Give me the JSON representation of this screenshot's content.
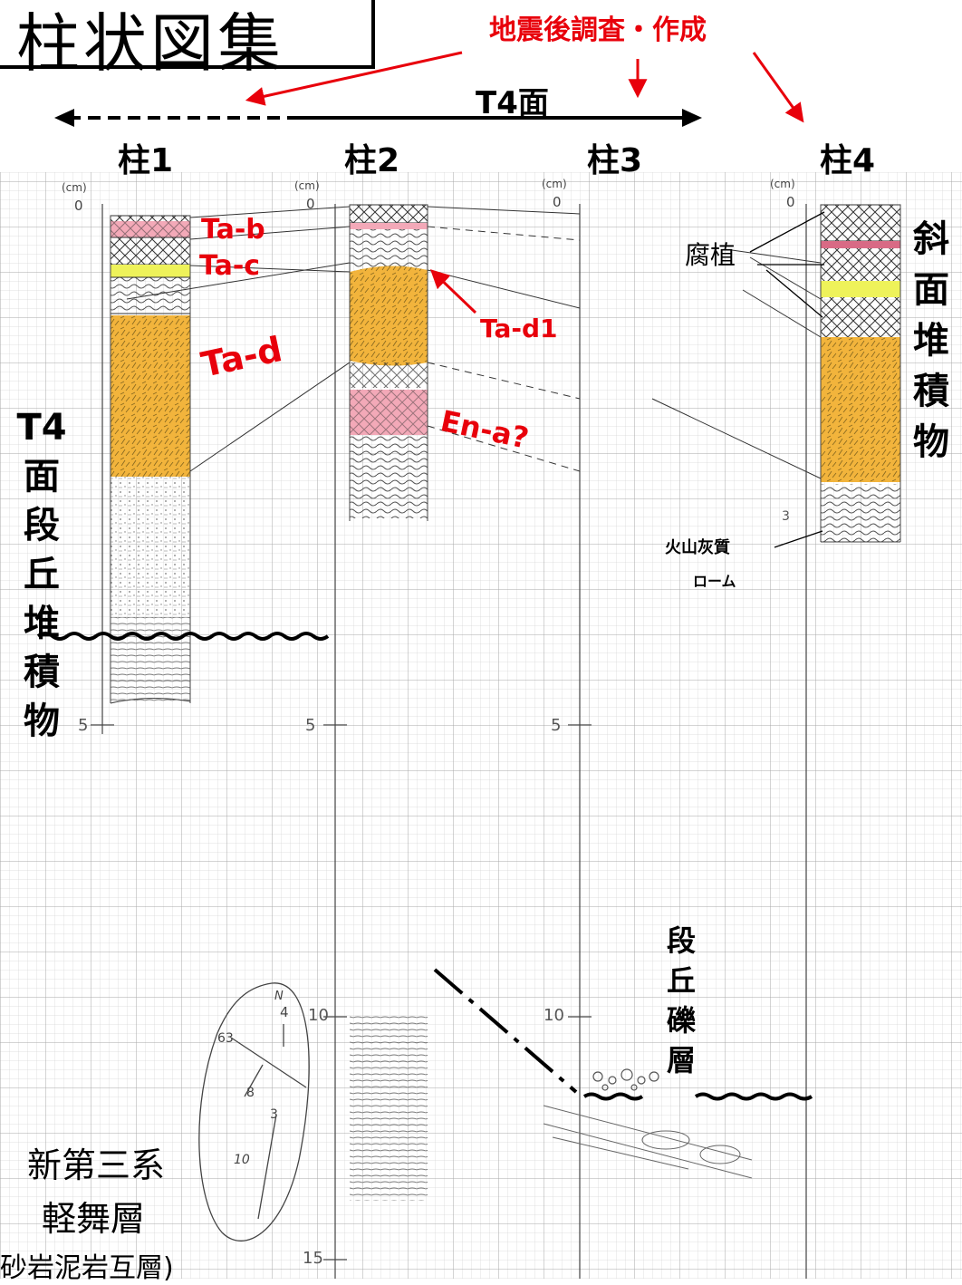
{
  "title": "柱状図集",
  "survey_note": "地震後調査・作成",
  "surface_label": "T4面",
  "columns": [
    "柱1",
    "柱2",
    "柱3",
    "柱4"
  ],
  "unit_label": "(cm)",
  "depth_ticks": [
    "0",
    "5",
    "10",
    "15",
    "3"
  ],
  "tephra": {
    "tab": "Ta-b",
    "tac": "Ta-c",
    "tad": "Ta-d",
    "tad1": "Ta-d1",
    "ena": "En-a?"
  },
  "humus_label": "腐植",
  "volcanic_loam": [
    "火山灰質",
    "ローム"
  ],
  "left_vertical": [
    "T4",
    "面",
    "段",
    "丘",
    "堆",
    "積",
    "物"
  ],
  "right_vertical": [
    "斜",
    "面",
    "堆",
    "積",
    "物"
  ],
  "gravel_vertical": [
    "段",
    "丘",
    "礫",
    "層"
  ],
  "neogene": [
    "新第三系",
    "軽舞層",
    "砂岩泥岩互層)"
  ],
  "stereonet_labels": [
    "N",
    "4",
    "63",
    "8",
    "3",
    "10"
  ],
  "colors": {
    "annotation_red": "#e8000b",
    "tephra_orange": "#f2b43c",
    "tephra_pink": "#f3a9b8",
    "tephra_yellow": "#eef25a",
    "grid": "#b9b9b9"
  }
}
